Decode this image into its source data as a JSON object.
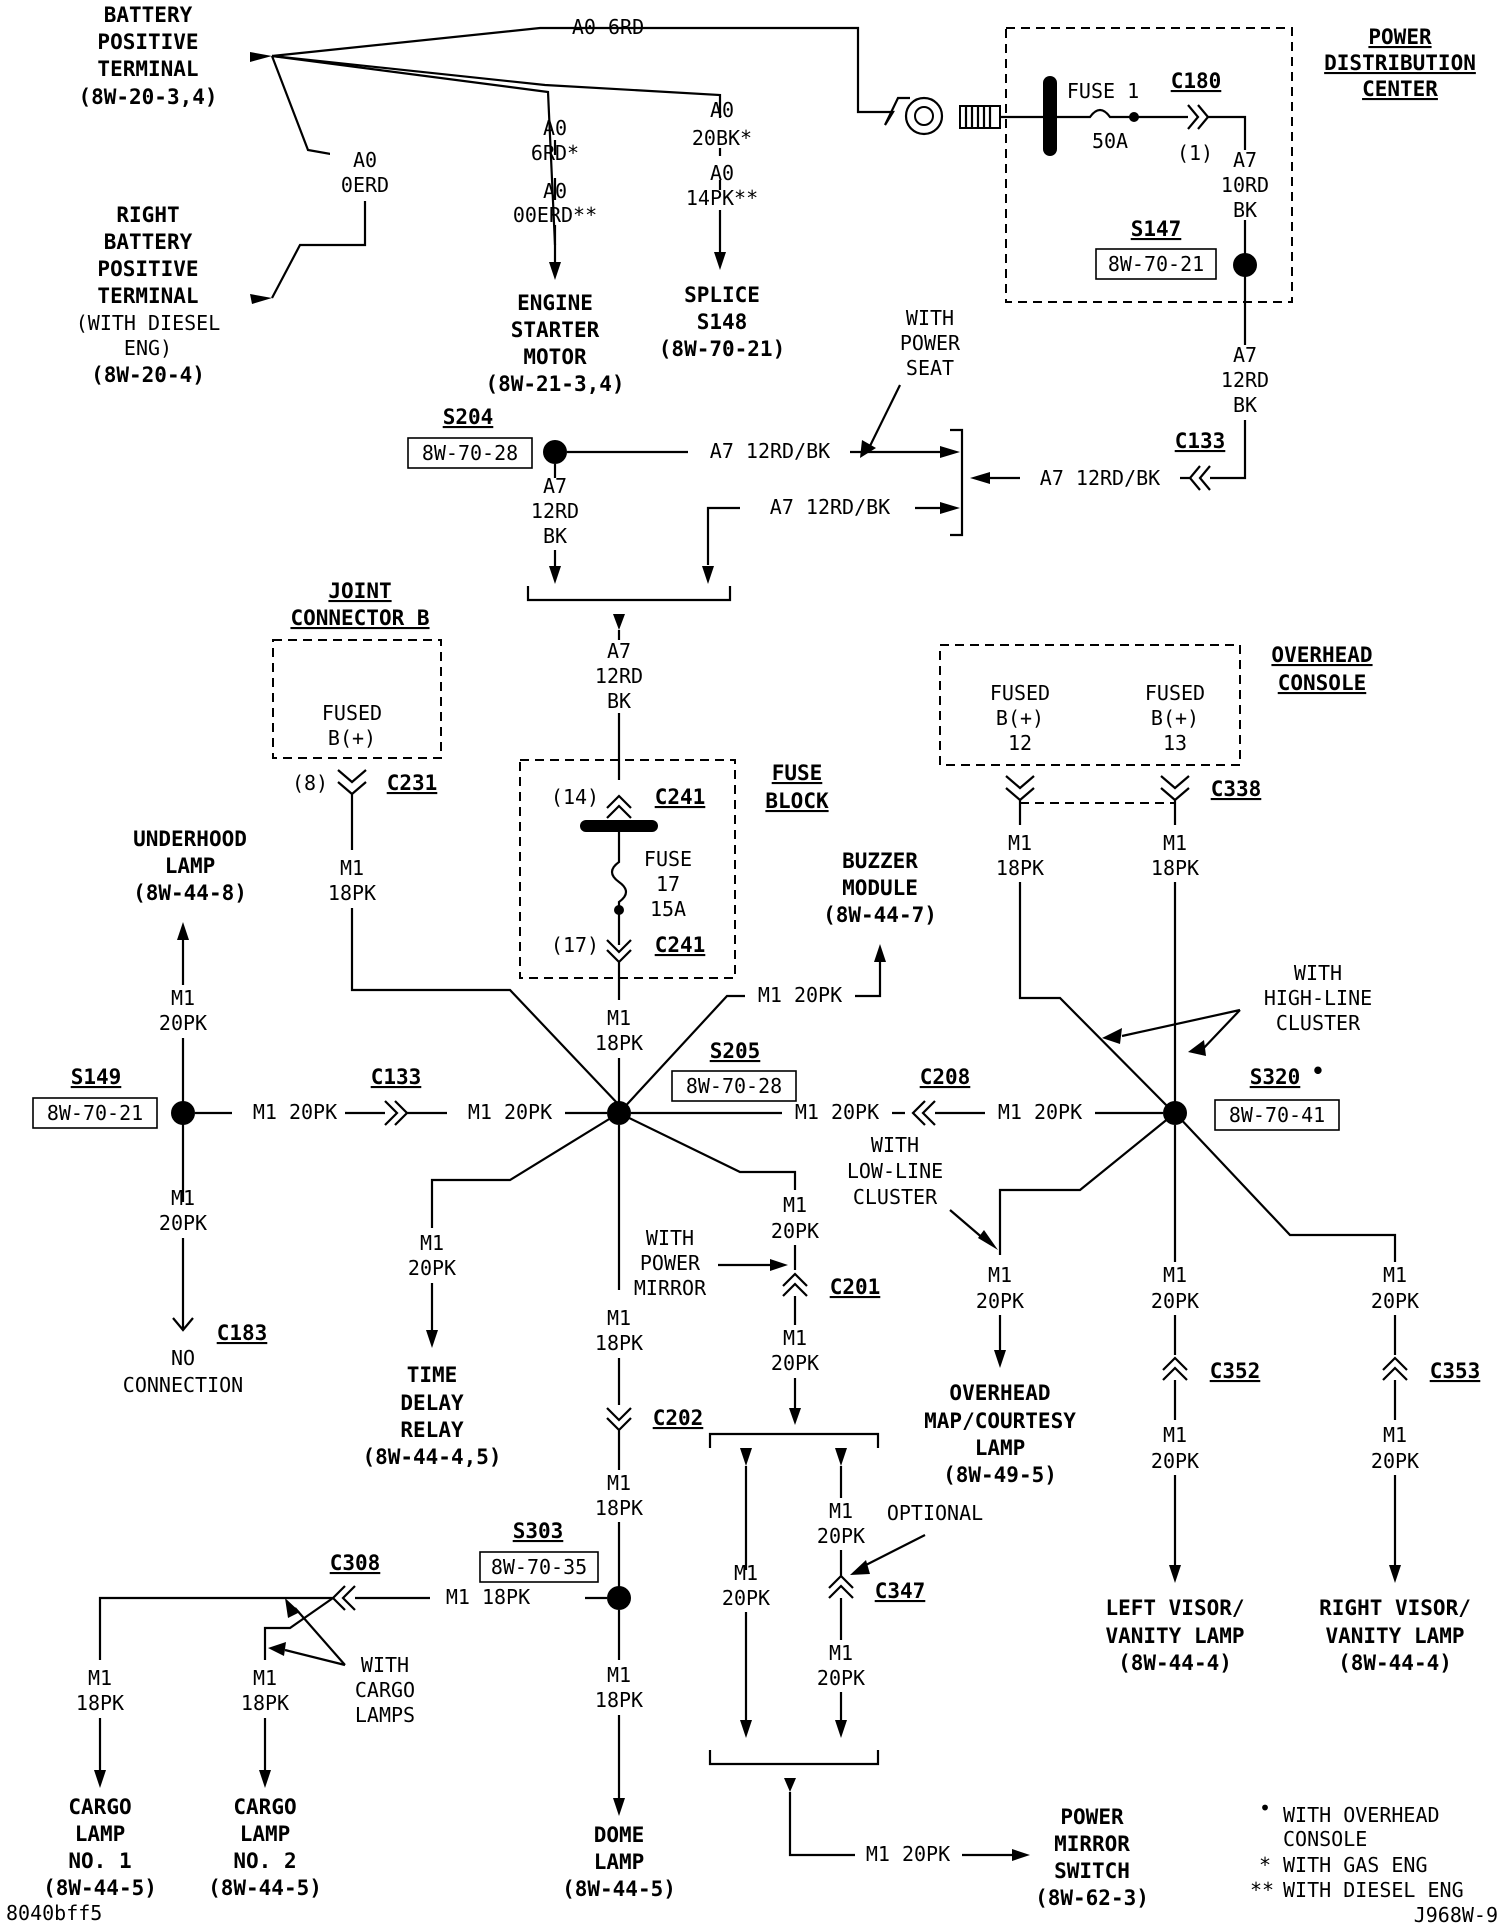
{
  "footer": {
    "left_code": "8040bff5",
    "right_code": "J968W-9"
  },
  "legend": [
    {
      "symbol": "•",
      "text": "WITH OVERHEAD"
    },
    {
      "symbol": "",
      "text": "CONSOLE"
    },
    {
      "symbol": "*",
      "text": "WITH GAS ENG"
    },
    {
      "symbol": "**",
      "text": "WITH DIESEL ENG"
    }
  ],
  "labels": {
    "batt_pos": [
      "BATTERY",
      "POSITIVE",
      "TERMINAL",
      "(8W-20-3,4)"
    ],
    "right_batt": [
      "RIGHT",
      "BATTERY",
      "POSITIVE",
      "TERMINAL"
    ],
    "right_batt_note": [
      "(WITH DIESEL",
      "ENG)"
    ],
    "right_batt_ref": "(8W-20-4)",
    "engine_starter": [
      "ENGINE",
      "STARTER",
      "MOTOR",
      "(8W-21-3,4)"
    ],
    "splice_s148": [
      "SPLICE",
      "S148",
      "(8W-70-21)"
    ],
    "pdc": [
      "POWER",
      "DISTRIBUTION",
      "CENTER"
    ],
    "with_power_seat": [
      "WITH",
      "POWER",
      "SEAT"
    ],
    "joint_connector": [
      "JOINT",
      "CONNECTOR B"
    ],
    "fused_bplus": [
      "FUSED",
      "B(+)"
    ],
    "fuse_block": [
      "FUSE",
      "BLOCK"
    ],
    "overhead_console": [
      "OVERHEAD",
      "CONSOLE"
    ],
    "fused_12": [
      "FUSED",
      "B(+)",
      "12"
    ],
    "fused_13": [
      "FUSED",
      "B(+)",
      "13"
    ],
    "underhood_lamp": [
      "UNDERHOOD",
      "LAMP",
      "(8W-44-8)"
    ],
    "buzzer_module": [
      "BUZZER",
      "MODULE",
      "(8W-44-7)"
    ],
    "no_connection": [
      "NO",
      "CONNECTION"
    ],
    "time_delay": [
      "TIME",
      "DELAY",
      "RELAY",
      "(8W-44-4,5)"
    ],
    "with_power_mirror": [
      "WITH",
      "POWER",
      "MIRROR"
    ],
    "with_high_line": [
      "WITH",
      "HIGH-LINE",
      "CLUSTER"
    ],
    "with_low_line": [
      "WITH",
      "LOW-LINE",
      "CLUSTER"
    ],
    "overhead_map": [
      "OVERHEAD",
      "MAP/COURTESY",
      "LAMP",
      "(8W-49-5)"
    ],
    "left_visor": [
      "LEFT VISOR/",
      "VANITY LAMP",
      "(8W-44-4)"
    ],
    "right_visor": [
      "RIGHT VISOR/",
      "VANITY LAMP",
      "(8W-44-4)"
    ],
    "optional": "OPTIONAL",
    "with_cargo": [
      "WITH",
      "CARGO",
      "LAMPS"
    ],
    "cargo1": [
      "CARGO",
      "LAMP",
      "NO. 1",
      "(8W-44-5)"
    ],
    "cargo2": [
      "CARGO",
      "LAMP",
      "NO. 2",
      "(8W-44-5)"
    ],
    "dome_lamp": [
      "DOME",
      "LAMP",
      "(8W-44-5)"
    ],
    "power_mirror_switch": [
      "POWER",
      "MIRROR",
      "SWITCH",
      "(8W-62-3)"
    ]
  },
  "connectors": {
    "c180": "C180",
    "c180_pin": "(1)",
    "s147": "S147",
    "s147_ref": "8W-70-21",
    "c133_top": "C133",
    "s204": "S204",
    "s204_ref": "8W-70-28",
    "c231": "C231",
    "c231_pin": "(8)",
    "c241_a": "C241",
    "c241_a_pin": "(14)",
    "c241_b": "C241",
    "c241_b_pin": "(17)",
    "c338": "C338",
    "s149": "S149",
    "s149_ref": "8W-70-21",
    "c133_mid": "C133",
    "s205": "S205",
    "s205_ref": "8W-70-28",
    "c208": "C208",
    "s320": "S320",
    "s320_mark": "•",
    "s320_ref": "8W-70-41",
    "c183": "C183",
    "c201": "C201",
    "c202": "C202",
    "c352": "C352",
    "c353": "C353",
    "s303": "S303",
    "s303_ref": "8W-70-35",
    "c308": "C308",
    "c347": "C347"
  },
  "fuses": {
    "fuse1": [
      "FUSE 1",
      "50A"
    ],
    "fuse17": [
      "FUSE",
      "17",
      "15A"
    ]
  },
  "wires": {
    "a0_6rd": "A0 6RD",
    "a0_oerd": [
      "A0",
      "0ERD"
    ],
    "a0_6rd_star": [
      "A0",
      "6RD*",
      "A0",
      "00ERD**"
    ],
    "a0_20bk": [
      "A0",
      "20BK*",
      "A0",
      "14PK**"
    ],
    "a7_10rd": [
      "A7",
      "10RD",
      "BK"
    ],
    "a7_12rd_bk_v": [
      "A7",
      "12RD",
      "BK"
    ],
    "a7_12rd_bk": "A7 12RD/BK",
    "m1_18pk": [
      "M1",
      "18PK"
    ],
    "m1_20pk": [
      "M1",
      "20PK"
    ],
    "m1_20pk_h": "M1 20PK",
    "m1_18pk_h": "M1 18PK"
  }
}
